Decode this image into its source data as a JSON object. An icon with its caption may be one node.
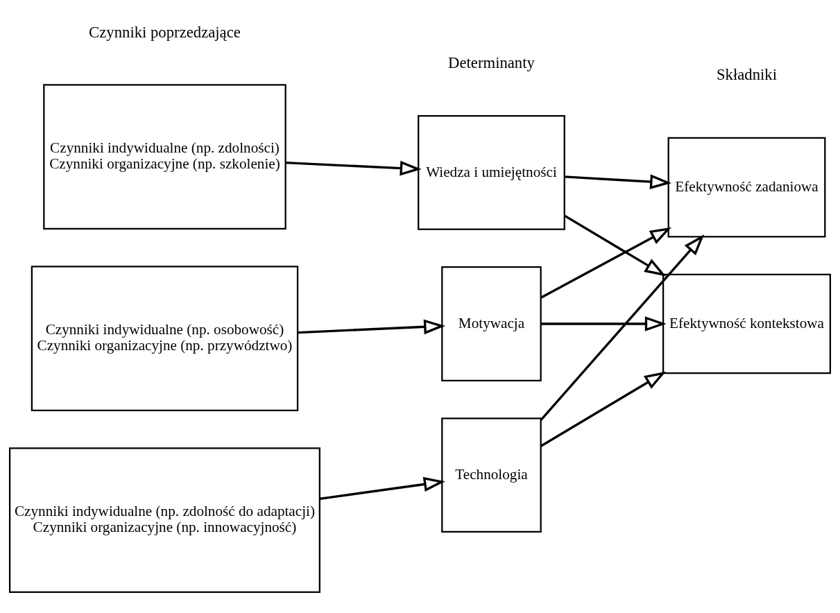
{
  "diagram": {
    "nodes": [
      {
        "text": [
          "Czynniki indywidualne (np. zdolności)",
          "Czynniki organizacyjne (np. szkolenie)"
        ]
      },
      {
        "text": [
          "Czynniki indywidualne (np. osobowość)",
          "Czynniki organizacyjne (np. przywództwo)"
        ]
      },
      {
        "text": [
          "Czynniki indywidualne (np. zdolność do adaptacji)",
          "Czynniki organizacyjne (np. innowacyjność)"
        ]
      },
      {
        "text": [
          "Wiedza i umiejętności"
        ]
      },
      {
        "text": [
          "Motywacja"
        ]
      },
      {
        "text": [
          "Technologia"
        ]
      },
      {
        "text": [
          "Efektywność zadaniowa"
        ]
      },
      {
        "text": [
          "Efektywność kontekstowa"
        ]
      }
    ],
    "edges": [
      {
        "from": 0,
        "to": 3,
        "arrow": "to"
      },
      {
        "from": 1,
        "to": 4,
        "arrow": "to"
      },
      {
        "from": 2,
        "to": 5,
        "arrow": "to"
      },
      {
        "from": 3,
        "to": 6,
        "arrow": "to"
      },
      {
        "from": 3,
        "to": 7,
        "arrow": "to"
      },
      {
        "from": 4,
        "to": 6,
        "arrow": "to"
      },
      {
        "from": 4,
        "to": 7,
        "arrow": "to"
      },
      {
        "from": 5,
        "to": 6,
        "arrow": "to"
      },
      {
        "from": 5,
        "to": 7,
        "arrow": "to"
      }
    ],
    "labels": [
      "Czynniki poprzedzające",
      "Determinanty",
      "Składniki"
    ]
  }
}
